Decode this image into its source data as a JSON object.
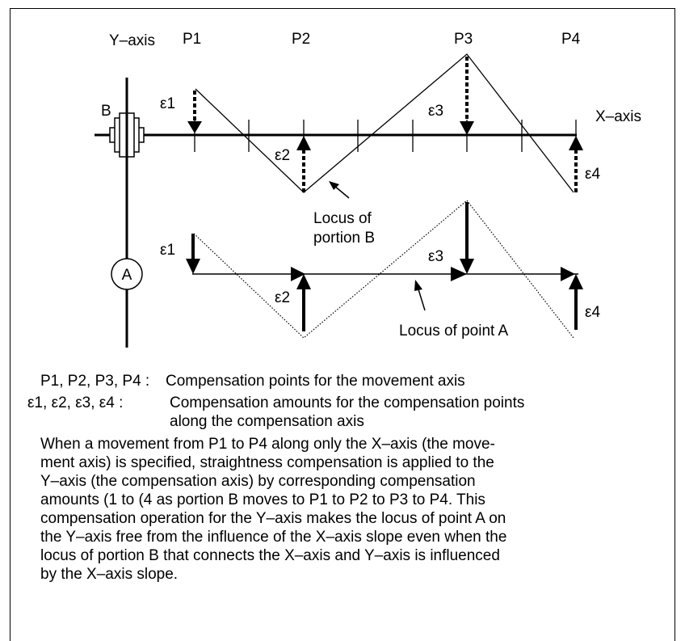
{
  "diagram": {
    "y_axis_label": "Y–axis",
    "x_axis_label": "X–axis",
    "points": [
      "P1",
      "P2",
      "P3",
      "P4"
    ],
    "portion_label": "B",
    "point_label": "A",
    "upper_epsilons": [
      "ε1",
      "ε2",
      "ε3",
      "ε4"
    ],
    "lower_epsilons": [
      "ε1",
      "ε2",
      "ε3",
      "ε4"
    ],
    "locus_b_lines": [
      "Locus of",
      "portion B"
    ],
    "locus_a_label": "Locus of point A"
  },
  "legend": {
    "points_key": "P1, P2, P3, P4 :",
    "points_desc": "Compensation points for the movement axis",
    "eps_key": "ε1, ε2, ε3, ε4 :",
    "eps_desc_1": "Compensation amounts for the compensation points",
    "eps_desc_2": "along the compensation axis"
  },
  "paragraph": [
    "When a movement from P1 to P4 along only the X–axis (the move-",
    "ment axis) is specified, straightness compensation is applied to the",
    "Y–axis (the compensation axis) by corresponding compensation",
    "amounts (1 to (4 as portion B moves to P1 to P2 to P3 to P4.  This",
    "compensation operation for the Y–axis makes the locus of point A on",
    "the Y–axis free from the influence of the X–axis slope even when the",
    "locus of portion B that connects the X–axis and Y–axis is influenced",
    "by the X–axis slope."
  ]
}
